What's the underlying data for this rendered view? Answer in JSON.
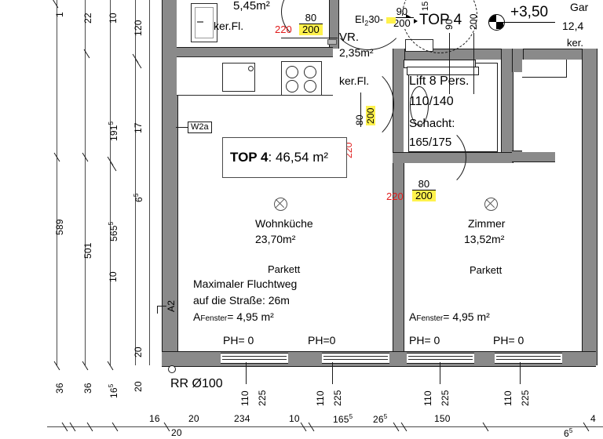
{
  "plan": {
    "unit_box": {
      "top_label": "TOP 4",
      "area_label": ": 46,54 m²"
    },
    "entrance_marker": "TOP 4",
    "level_marker": "+3,50",
    "wall_tag": "W2a",
    "axis_tag": "A2",
    "downpipe": "RR Ø100"
  },
  "rooms": [
    {
      "name": "Wohnküche",
      "area": "23,70m²",
      "floor": "Parkett",
      "note1": "Maximaler Fluchtweg",
      "note2": "auf die Straße: 26m",
      "window_area_prefix": "A",
      "window_area_sub": "Fenster",
      "window_area_value": "= 4,95 m²"
    },
    {
      "name": "Zimmer",
      "area": "13,52m²",
      "floor": "Parkett",
      "window_area_prefix": "A",
      "window_area_sub": "Fenster",
      "window_area_value": "= 4,95 m²"
    },
    {
      "name": "VR.",
      "area": "2,35m²",
      "floor": "ker.Fl."
    },
    {
      "name": "",
      "area": "5,45m²",
      "floor": "ker.Fl."
    }
  ],
  "lift": {
    "title": "Lift 8 Pers.",
    "car": "110/140",
    "shaft_label": "Schacht:",
    "shaft_size": "165/175"
  },
  "right_cut": {
    "line1": "Gar",
    "line2": "12,4",
    "line3": "ker."
  },
  "doors": [
    {
      "id": "door-kitchen",
      "width": "80",
      "height": "200",
      "code": "220"
    },
    {
      "id": "door-vr-entry",
      "width": "90",
      "height": "200",
      "fire_rating": "EI",
      "fire_sub": "2",
      "fire_rest": "30-"
    },
    {
      "id": "door-vr-vertical",
      "width": "80",
      "height": "200",
      "code": "220"
    },
    {
      "id": "door-zimmer",
      "width": "80",
      "height": "200",
      "code": "220"
    },
    {
      "id": "door-lift",
      "width": "90",
      "height": "200"
    }
  ],
  "parapets": [
    "PH= 0",
    "PH=0",
    "PH= 0",
    "PH= 0"
  ],
  "window_dims": [
    {
      "w": "110",
      "h": "225"
    },
    {
      "w": "110",
      "h": "225"
    },
    {
      "w": "110",
      "h": "225"
    },
    {
      "w": "110",
      "h": "225"
    }
  ],
  "dims_vertical": [
    {
      "value": "1"
    },
    {
      "value": "22"
    },
    {
      "value": "10"
    },
    {
      "value": "120"
    },
    {
      "value": "191",
      "sup": "5"
    },
    {
      "value": "17"
    },
    {
      "value": "6",
      "sup": "5"
    },
    {
      "value": "10"
    },
    {
      "value": "589"
    },
    {
      "value": "501"
    },
    {
      "value": "565",
      "sup": "5"
    },
    {
      "value": "36"
    },
    {
      "value": "36"
    },
    {
      "value": "16",
      "sup": "5"
    },
    {
      "value": "20"
    }
  ],
  "dims_bottom_chain": [
    {
      "value": "16"
    },
    {
      "value": "20"
    },
    {
      "value": "20"
    },
    {
      "value": "234"
    },
    {
      "value": "10"
    },
    {
      "value": "165",
      "sup": "5"
    },
    {
      "value": "26",
      "sup": "5"
    },
    {
      "value": "150"
    },
    {
      "value": "4"
    },
    {
      "value": "6",
      "sup": "5"
    }
  ],
  "colors": {
    "wall_fill": "#8a8a8a",
    "dim_red": "#e01b1b",
    "highlight_yellow": "#fff24d",
    "line": "#1a1a1a"
  }
}
